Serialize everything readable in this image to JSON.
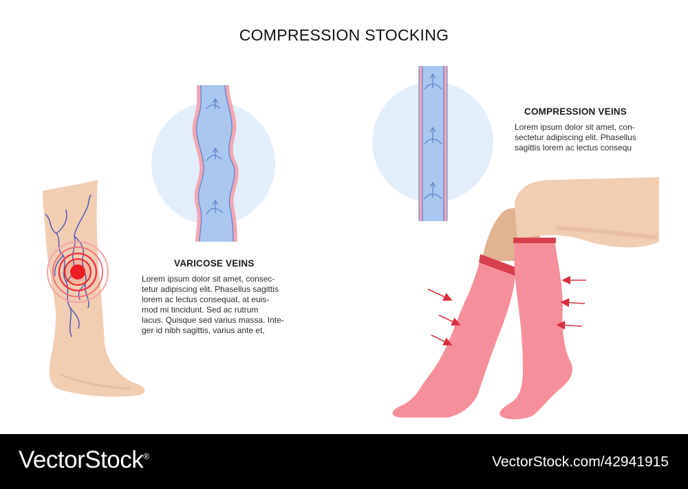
{
  "title": "COMPRESSION STOCKING",
  "varicose": {
    "heading": "VARICOSE VEINS",
    "body": "Lorem ipsum dolor sit amet, consec-\ntetur adipiscing elit. Phasellus sagittis\nlorem ac lectus consequat, at euis-\nmod mi tincidunt. Sed ac rutrum\nlacus. Quisque sed varius massa. Inte-\nger id nibh sagittis, varius ante et,"
  },
  "compression": {
    "heading": "COMPRESSION VEINS",
    "body": "Lorem ipsum dolor sit amet, con-\nsectetur adipiscing elit. Phasellus\nsagittis lorem ac lectus consequ"
  },
  "footer": {
    "logo": "VectorStock",
    "logo_mark": "®",
    "id": "VectorStock.com/42941915"
  },
  "colors": {
    "skin": "#f1cdb2",
    "skin_shadow": "#e0b393",
    "vein": "#4a4fb5",
    "vessel_fill": "#a9c7ef",
    "vessel_wall": "#f0a8b4",
    "circle_bg": "#e3eefb",
    "stocking": "#f68f9c",
    "stocking_band": "#d7404f",
    "pain": "#ee1c24",
    "arrow_red": "#d7303f"
  },
  "icons": [
    "pain-point-icon",
    "pressure-arrow-icon",
    "blood-flow-arrow-icon"
  ]
}
